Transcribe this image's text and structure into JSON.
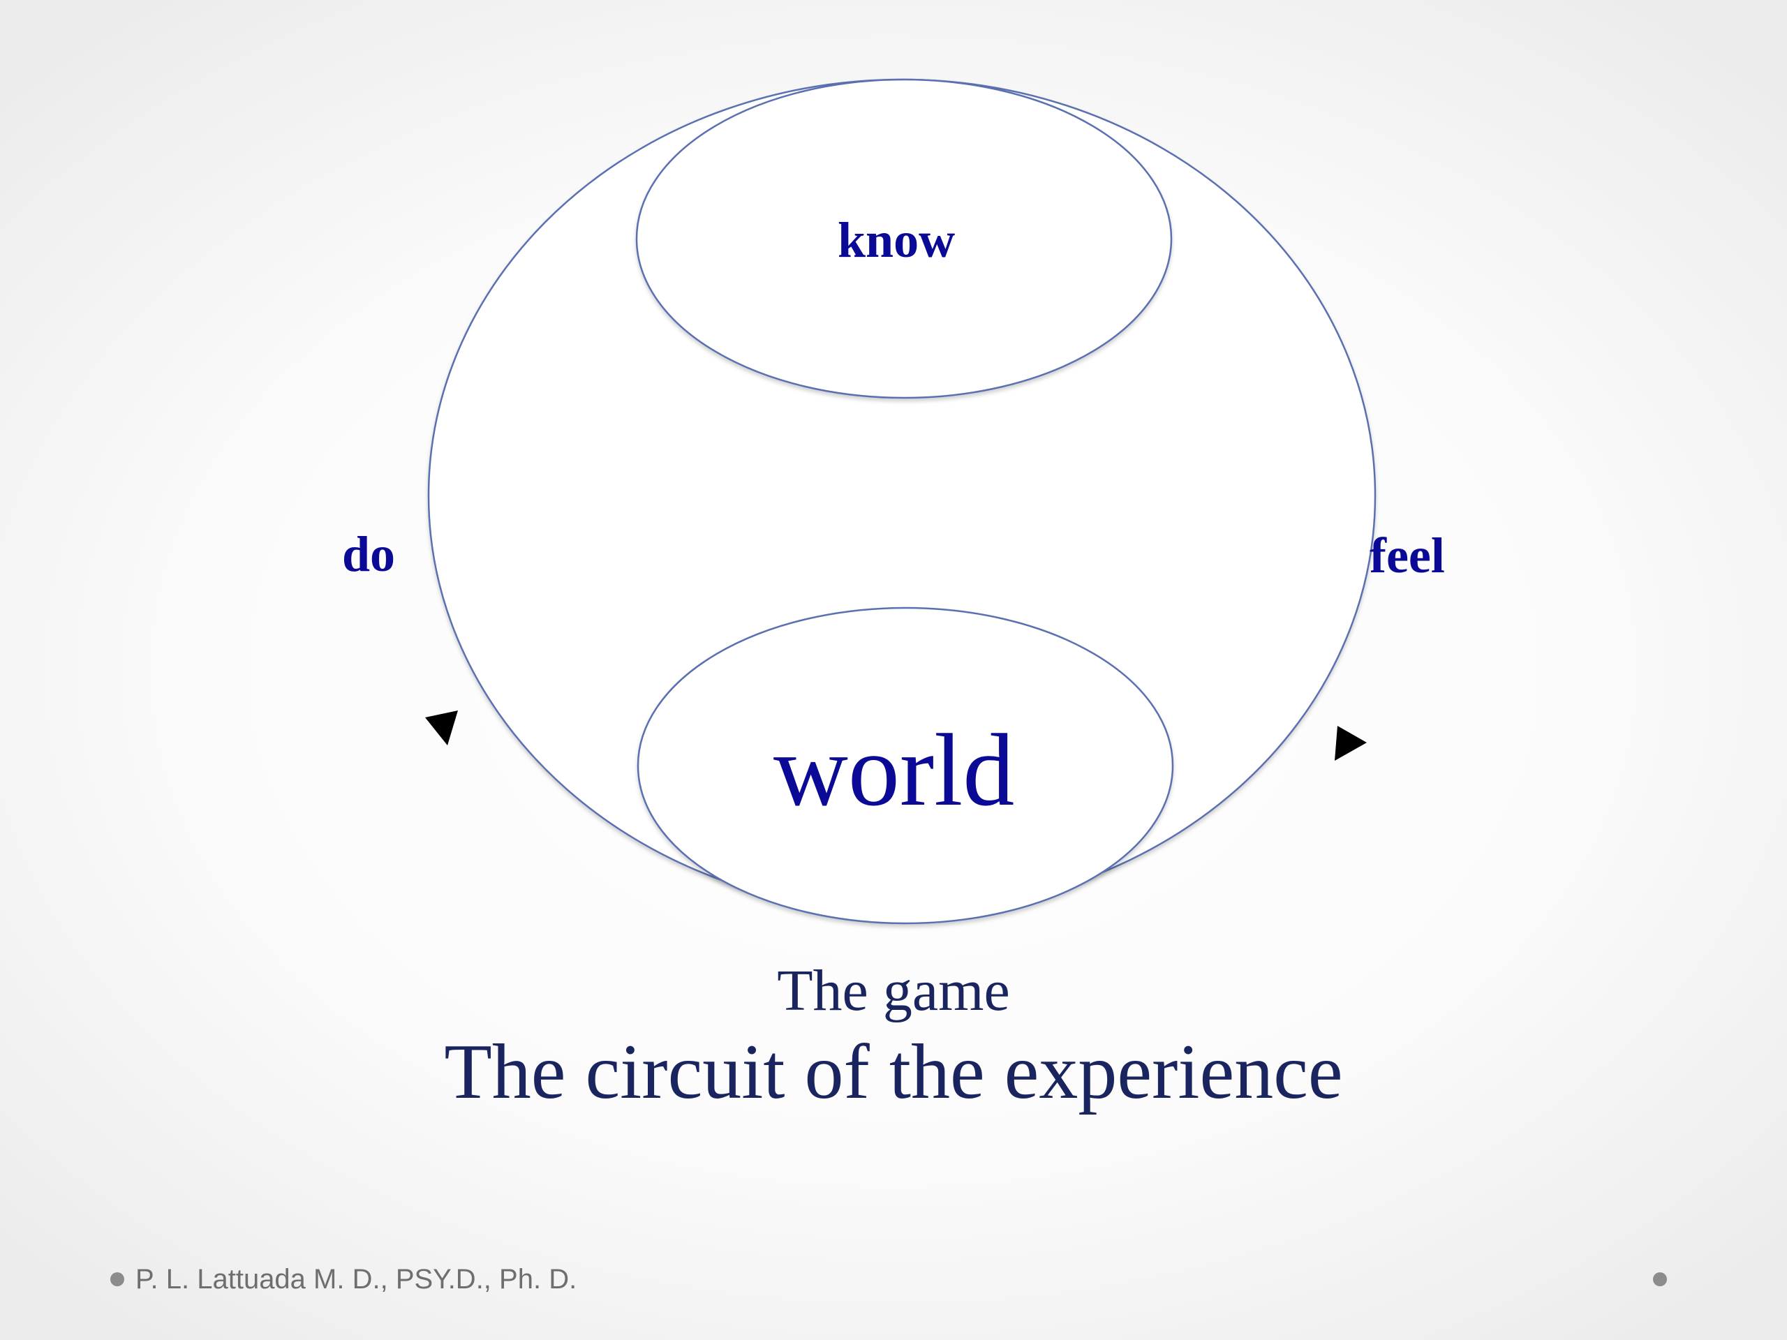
{
  "diagram": {
    "nodes": {
      "know": "know",
      "world": "world"
    },
    "side_labels": {
      "do": "do",
      "feel": "feel"
    },
    "arrows": [
      "arrow-left",
      "arrow-right"
    ]
  },
  "caption": {
    "subtitle": "The game",
    "title": "The circuit of the experience"
  },
  "footer": {
    "author": "P. L. Lattuada M. D., PSY.D., Ph. D."
  },
  "colors": {
    "label_blue": "#0a0a96",
    "caption_navy": "#1a2560",
    "outline": "#5a6fb0",
    "arrow": "#000000",
    "footer_text": "#6e6e6e",
    "footer_dot": "#8c8c8c"
  }
}
